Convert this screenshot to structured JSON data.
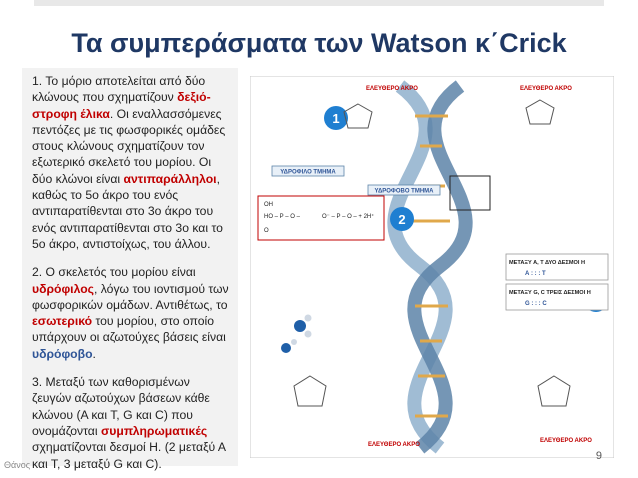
{
  "slide": {
    "title": "Τα συμπεράσματα των Watson κ΄Crick",
    "page_number": "9",
    "footer_author": "Θάνος"
  },
  "text": {
    "p1_a": "1.    Το μόριο αποτελείται από δύο κλώνους που σχηματίζουν ",
    "p1_b": "δεξιό-στροφη έλικα",
    "p1_c": ". Οι εναλλασσόμενες πεντόζες με τις φωσφορικές ομάδες στους κλώνους σχηματίζουν τον εξωτερικό σκελετό του μορίου. Οι δύο κλώνοι είναι ",
    "p1_d": "αντιπαράλληλοι",
    "p1_e": ", καθώς το 5ο άκρο του ενός αντιπαρατίθενται στο 3ο άκρο του ενός αντιπαρατίθενται στο 3ο και το 5ο άκρο, αντιστοίχως, του άλλου.",
    "p2_a": "2.    Ο σκελετός του μορίου είναι ",
    "p2_b": "υδρόφιλος",
    "p2_c": ", λόγω του ιοντισμού των φωσφορικών ομάδων. Αντιθέτως, το ",
    "p2_d": "εσωτερικό",
    "p2_e": " του μορίου, στο οποίο υπάρχουν οι αζωτούχες βάσεις είναι ",
    "p2_f": "υδρόφοβο",
    "p2_g": ".",
    "p3_a": "3.    Μεταξύ των καθορισμένων ζευγών αζωτούχων βάσεων κάθε κλώνου (Α και Τ, G και C) που ονομάζονται ",
    "p3_b": "συμπληρωματικές",
    "p3_c": " σχηματίζονται δεσμοί Η. (2 μεταξύ Α και Τ, 3 μεταξύ G και C)."
  },
  "diagram": {
    "label_free_end_top_left": "ΕΛΕΥΘΕΡΟ ΑΚΡΟ",
    "label_free_end_top_right": "ΕΛΕΥΘΕΡΟ ΑΚΡΟ",
    "label_free_end_bottom_left": "ΕΛΕΥΘΕΡΟ ΑΚΡΟ",
    "label_free_end_bottom_right": "ΕΛΕΥΘΕΡΟ ΑΚΡΟ",
    "label_hydrophilic": "ΥΔΡΟΦΙΛΟ ΤΜΗΜΑ",
    "label_hydrophobic": "ΥΔΡΟΦΟΒΟ ΤΜΗΜΑ",
    "label_at_bonds": "ΜΕΤΑΞΥ Α, Τ ΔΥΟ ΔΕΣΜΟΙ Η",
    "label_at_pair": "Α : : : Τ",
    "label_gc_bonds": "ΜΕΤΑΞΥ G, C ΤΡΕΙΣ ΔΕΣΜΟΙ Η",
    "label_gc_pair": "G : : : C",
    "marker_1": "1",
    "marker_2": "2",
    "marker_3": "3",
    "phosphate_left": "HO – P – O –",
    "phosphate_right": "O⁻ – P – O – + 2H⁺",
    "phosphate_oh": "OH",
    "phosphate_o": "O",
    "accent_red": "#c00000",
    "accent_blue": "#2f5597",
    "marker_color": "#1f7fd1"
  }
}
